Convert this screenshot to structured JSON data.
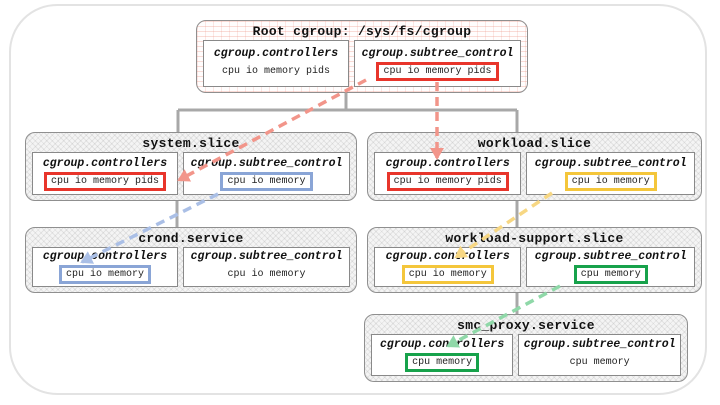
{
  "diagram": {
    "title_node": "Root cgroup: /sys/fs/cgroup",
    "nodes": [
      {
        "id": "root",
        "title": "Root cgroup: /sys/fs/cgroup",
        "files": [
          {
            "name": "cgroup.controllers",
            "value": "cpu io memory pids",
            "highlight": "none"
          },
          {
            "name": "cgroup.subtree_control",
            "value": "cpu io memory pids",
            "highlight": "red"
          }
        ]
      },
      {
        "id": "system.slice",
        "title": "system.slice",
        "files": [
          {
            "name": "cgroup.controllers",
            "value": "cpu io memory pids",
            "highlight": "red"
          },
          {
            "name": "cgroup.subtree_control",
            "value": "cpu io memory",
            "highlight": "blue"
          }
        ]
      },
      {
        "id": "workload.slice",
        "title": "workload.slice",
        "files": [
          {
            "name": "cgroup.controllers",
            "value": "cpu io memory pids",
            "highlight": "red"
          },
          {
            "name": "cgroup.subtree_control",
            "value": "cpu io memory",
            "highlight": "yellow"
          }
        ]
      },
      {
        "id": "crond.service",
        "title": "crond.service",
        "files": [
          {
            "name": "cgroup.controllers",
            "value": "cpu io memory",
            "highlight": "blue"
          },
          {
            "name": "cgroup.subtree_control",
            "value": "cpu io memory",
            "highlight": "none"
          }
        ]
      },
      {
        "id": "workload-support.slice",
        "title": "workload-support.slice",
        "files": [
          {
            "name": "cgroup.controllers",
            "value": "cpu io memory",
            "highlight": "yellow"
          },
          {
            "name": "cgroup.subtree_control",
            "value": "cpu memory",
            "highlight": "green"
          }
        ]
      },
      {
        "id": "smc_proxy.service",
        "title": "smc_proxy.service",
        "files": [
          {
            "name": "cgroup.controllers",
            "value": "cpu memory",
            "highlight": "green"
          },
          {
            "name": "cgroup.subtree_control",
            "value": "cpu memory",
            "highlight": "none"
          }
        ]
      }
    ],
    "hierarchy_edges": [
      {
        "parent": "root",
        "child": "system.slice"
      },
      {
        "parent": "root",
        "child": "workload.slice"
      },
      {
        "parent": "system.slice",
        "child": "crond.service"
      },
      {
        "parent": "workload.slice",
        "child": "workload-support.slice"
      },
      {
        "parent": "workload-support.slice",
        "child": "smc_proxy.service"
      }
    ],
    "arrows": [
      {
        "from": "root / cgroup.subtree_control",
        "to": "system.slice / cgroup.controllers",
        "color": "red"
      },
      {
        "from": "root / cgroup.subtree_control",
        "to": "workload.slice / cgroup.controllers",
        "color": "red"
      },
      {
        "from": "system.slice / cgroup.subtree_control",
        "to": "crond.service / cgroup.controllers",
        "color": "blue"
      },
      {
        "from": "workload.slice / cgroup.subtree_control",
        "to": "workload-support.slice / cgroup.controllers",
        "color": "yellow"
      },
      {
        "from": "workload-support.slice / cgroup.subtree_control",
        "to": "smc_proxy.service / cgroup.controllers",
        "color": "green"
      }
    ],
    "palette": {
      "red": "#e8352b",
      "blue": "#8aa5d6",
      "yellow": "#f4c63b",
      "green": "#17a24b"
    },
    "arrow_colors": {
      "red": "#f2958a",
      "blue": "#aabfe6",
      "yellow": "#f7d783",
      "green": "#8fd8a8"
    },
    "tree_line_color": "#a8a8a8"
  }
}
